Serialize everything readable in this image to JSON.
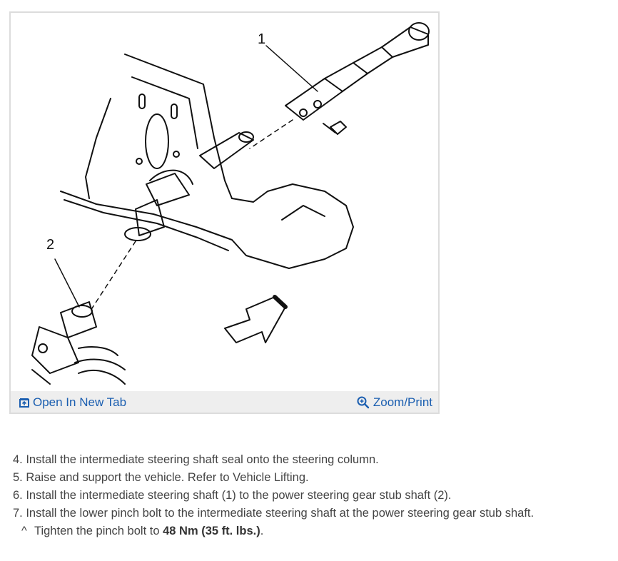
{
  "figure": {
    "callouts": [
      "1",
      "2"
    ],
    "open_tab_label": "Open In New Tab",
    "zoom_label": "Zoom/Print",
    "open_tab_icon": "open-in-new-tab-icon",
    "zoom_icon": "magnifier-plus-icon",
    "link_color": "#1a5eb0"
  },
  "steps": [
    "4. Install the intermediate steering shaft seal onto the steering column.",
    "5. Raise and support the vehicle. Refer to Vehicle Lifting.",
    "6. Install the intermediate steering shaft (1) to the power steering gear stub shaft (2).",
    "7. Install the lower pinch bolt to the intermediate steering shaft at the power steering gear stub shaft."
  ],
  "substep": {
    "bullet": "^",
    "prefix": "Tighten the pinch bolt to ",
    "torque": "48 Nm (35 ft. lbs.)",
    "suffix": "."
  }
}
